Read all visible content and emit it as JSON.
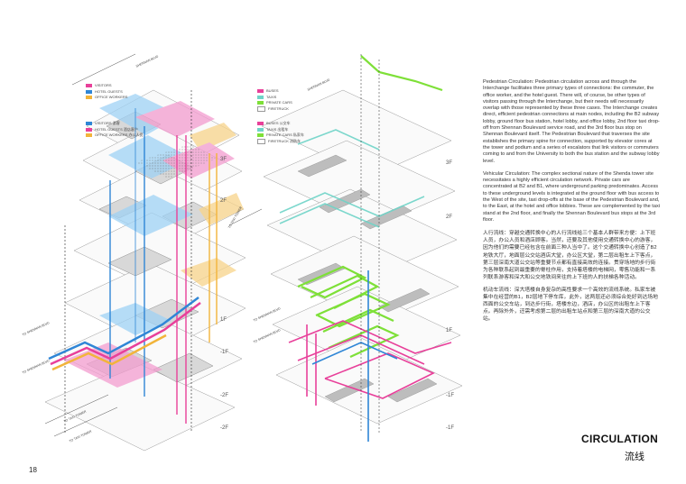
{
  "page": {
    "number": "18",
    "title": "CIRCULATION",
    "title_cn": "流线"
  },
  "colors": {
    "pink": "#e8409a",
    "blue": "#2f86d6",
    "yellow": "#f2b43a",
    "green": "#7ee038",
    "cyan": "#6fd4c8",
    "magenta": "#d81ea0"
  },
  "left_diagram": {
    "legend_top": [
      {
        "label": "VISITORS",
        "color": "#e8409a"
      },
      {
        "label": "HOTEL GUESTS",
        "color": "#2f86d6"
      },
      {
        "label": "OFFICE WORKERS",
        "color": "#f2b43a"
      }
    ],
    "legend_mid": [
      {
        "label": "VISITORS  游客",
        "color": "#2f86d6"
      },
      {
        "label": "HOTEL GUESTS  酒店客户",
        "color": "#e8409a"
      },
      {
        "label": "OFFICE WORKERS  办公人员",
        "color": "#f2b43a"
      }
    ],
    "floors": [
      "3F",
      "2F",
      "1F",
      "-1F",
      "-2F",
      "-2F"
    ],
    "roads": [
      "SHENNAN BLVD",
      "TO TAXI TOWER",
      "TO SHENNAN BLVD",
      "TO SHENNAN BLVD",
      "TO TAXI TOWER",
      "TO TAXI TOWER"
    ]
  },
  "right_diagram": {
    "legend_top": [
      {
        "label": "BUSES",
        "color": "#e8409a"
      },
      {
        "label": "TAXIS",
        "color": "#6fd4c8"
      },
      {
        "label": "PRIVATE CARS",
        "color": "#7ee038"
      },
      {
        "label": "FIRETRUCK",
        "color": "#ffffff"
      }
    ],
    "legend_mid": [
      {
        "label": "BUSES  公交车",
        "color": "#e8409a"
      },
      {
        "label": "TAXIS  出租车",
        "color": "#6fd4c8"
      },
      {
        "label": "PRIVATE CARS  私家车",
        "color": "#7ee038"
      },
      {
        "label": "FIRETRUCK  消防车",
        "color": "#ffffff"
      }
    ],
    "floors": [
      "3F",
      "2F",
      "1F",
      "-1F",
      "-1F"
    ],
    "roads": [
      "SHENNAN BLVD",
      "TO SHENNAN BLVD",
      "TO SHENNAN BLVD"
    ]
  },
  "text": {
    "pedestrian_en": "Pedestrian Circulation: Pedestrian circulation across and through the Interchange facilitates three primary types of connections: the commuter, the office worker, and the hotel guest. There will, of course, be other types of visitors passing through the Interchange, but their needs will necessarily overlap with those represented by these three cases. The Interchange creates direct, efficient pedestrian connections at main nodes, including the B2 subway lobby, ground floor bus station, hotel lobby, and office lobby, 2nd floor taxi drop-off from Shennan Boulevard service road, and the 3rd floor bus stop on Shennan Boulevard itself. The Pedestrian Boulevard that traverses the site establishes the primary spine for connection, supported by elevator cores at the tower and podium and a series of escalators that link visitors or commuters coming to and from the University to both the bus station and the subway lobby level.",
    "vehicular_en": "Vehicular Circulation: The complex sectional nature of the Shenda tower site necessitates a highly efficient circulation network. Private cars are concentrated at B2 and B1, where underground parking predominates. Access to these underground levels is integrated at the ground floor with bus access to the West of the site, taxi drop-offs at the base of the Pedestrian Boulevard and, to the East, at the hotel and office lobbies. These are complemented by the taxi stand at the 2nd floor, and finally the Shennan Boulevard bus stops at the 3rd floor.",
    "pedestrian_cn": "人行流线：穿越交通转换中心的人行流线给三个基本人群带来方便：上下班人员，办公人员和酒店顾客。当然，还要及其他使用交通转换中心的游客，因为他们的需要已经包含在前面三种人当中了。这个交通转换中心创造了B2地铁大厅，地面层公交站酒店大堂，办公区大堂，第二层出租车上下客点，第三层深南大道公交站等重要节点都有直接高效的连接。贯穿场地的步行街为各种联系起到最重要的脊柱作用，支持着塔楼的电梯网，零售功能和一系列联系游客和深大和公交地铁间来往的上下班的人的扶梯各种活动。",
    "vehicular_cn": "机动车流线：深大塔楼自身复杂的高性要求一个高效的流线系统。私家车被集中在经营的B1，B2层地下停车库，此外，这两层还必须综合处好到达场地西面的公交车站，到达步行街，塔楼东边，酒店，办公区的出租车上下客点。再除外外，还需考虑第二层的出租车站点和第三层的深南大道的公交站。"
  }
}
